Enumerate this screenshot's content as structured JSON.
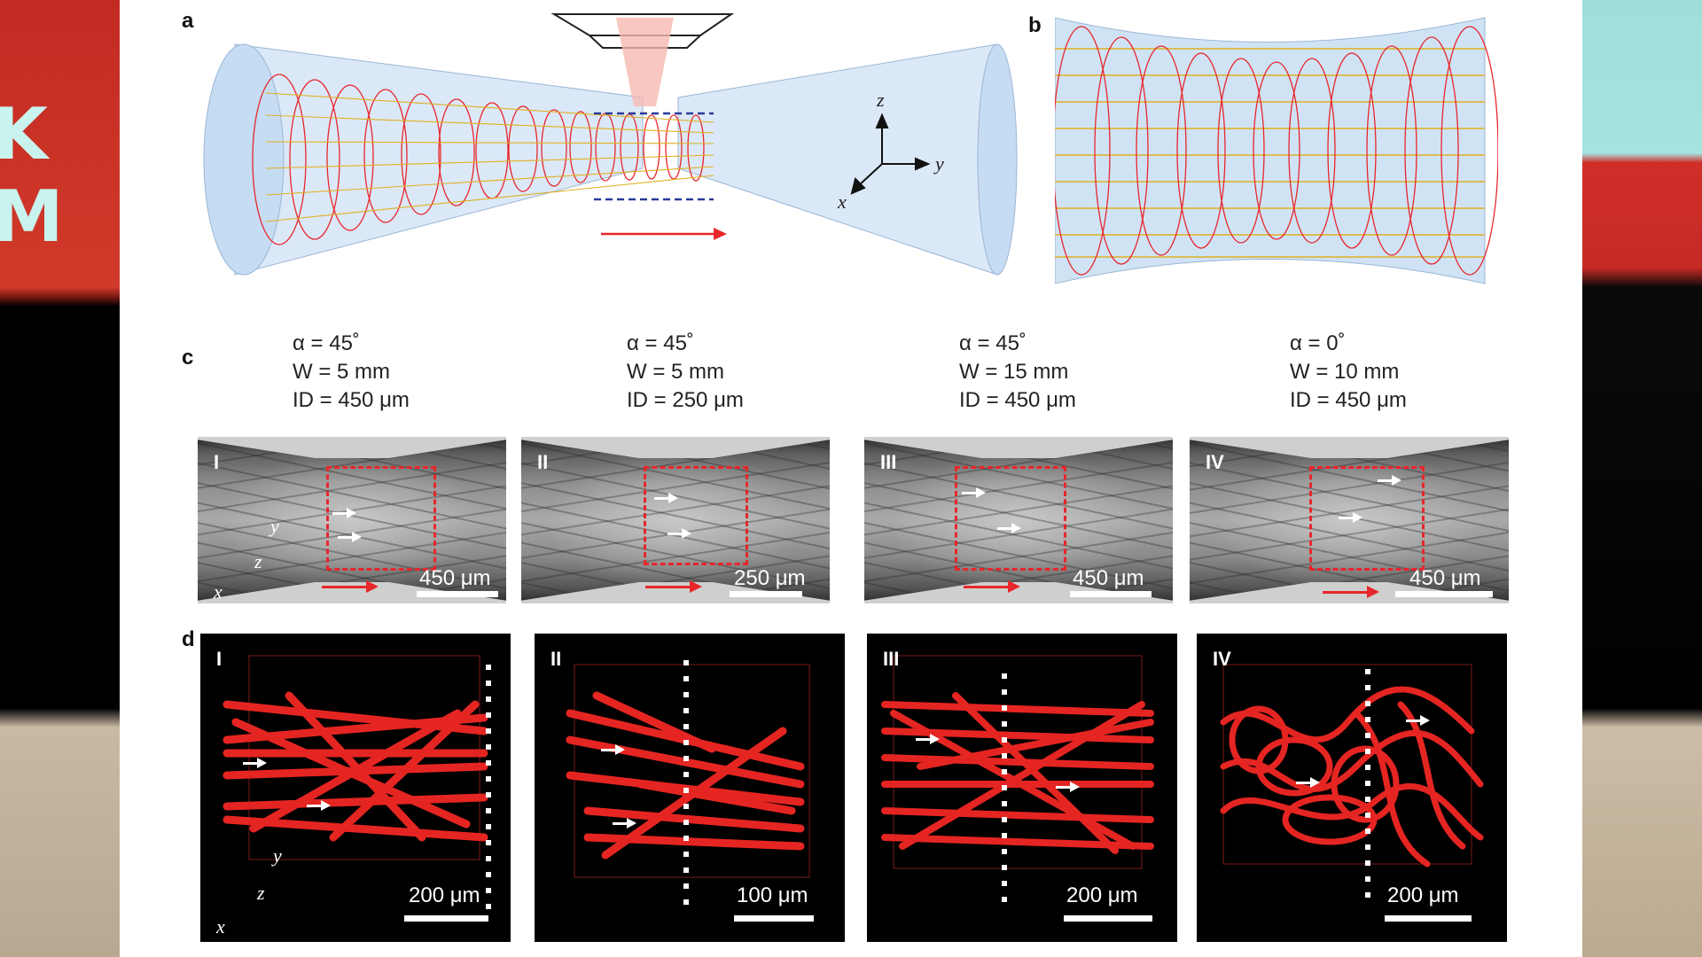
{
  "background": {
    "stage_text": "K M"
  },
  "panels": {
    "a": {
      "letter": "a",
      "axes": {
        "z": "z",
        "y": "y",
        "x": "x"
      }
    },
    "b": {
      "letter": "b"
    },
    "c": {
      "letter": "c",
      "conditions": [
        {
          "alpha": "α = 45˚",
          "width": "W = 5 mm",
          "id": "ID = 450 μm"
        },
        {
          "alpha": "α = 45˚",
          "width": "W = 5 mm",
          "id": "ID = 250 μm"
        },
        {
          "alpha": "α = 45˚",
          "width": "W = 15 mm",
          "id": "ID = 450 μm"
        },
        {
          "alpha": "α = 0˚",
          "width": "W = 10 mm",
          "id": "ID = 450 μm"
        }
      ],
      "images": [
        {
          "numeral": "I",
          "scale": "450 μm"
        },
        {
          "numeral": "II",
          "scale": "250 μm"
        },
        {
          "numeral": "III",
          "scale": "450 μm"
        },
        {
          "numeral": "IV",
          "scale": "450 μm"
        }
      ],
      "axes": {
        "y": "y",
        "z": "z",
        "x": "x"
      }
    },
    "d": {
      "letter": "d",
      "images": [
        {
          "numeral": "I",
          "scale": "200 μm"
        },
        {
          "numeral": "II",
          "scale": "100 μm"
        },
        {
          "numeral": "III",
          "scale": "200 μm"
        },
        {
          "numeral": "IV",
          "scale": "200 μm"
        }
      ],
      "axes": {
        "y": "y",
        "z": "z",
        "x": "x"
      }
    }
  },
  "colors": {
    "fiber_red": "#e8262a",
    "tube_blue": "#cfe2f5",
    "slide_white": "#ffffff"
  }
}
